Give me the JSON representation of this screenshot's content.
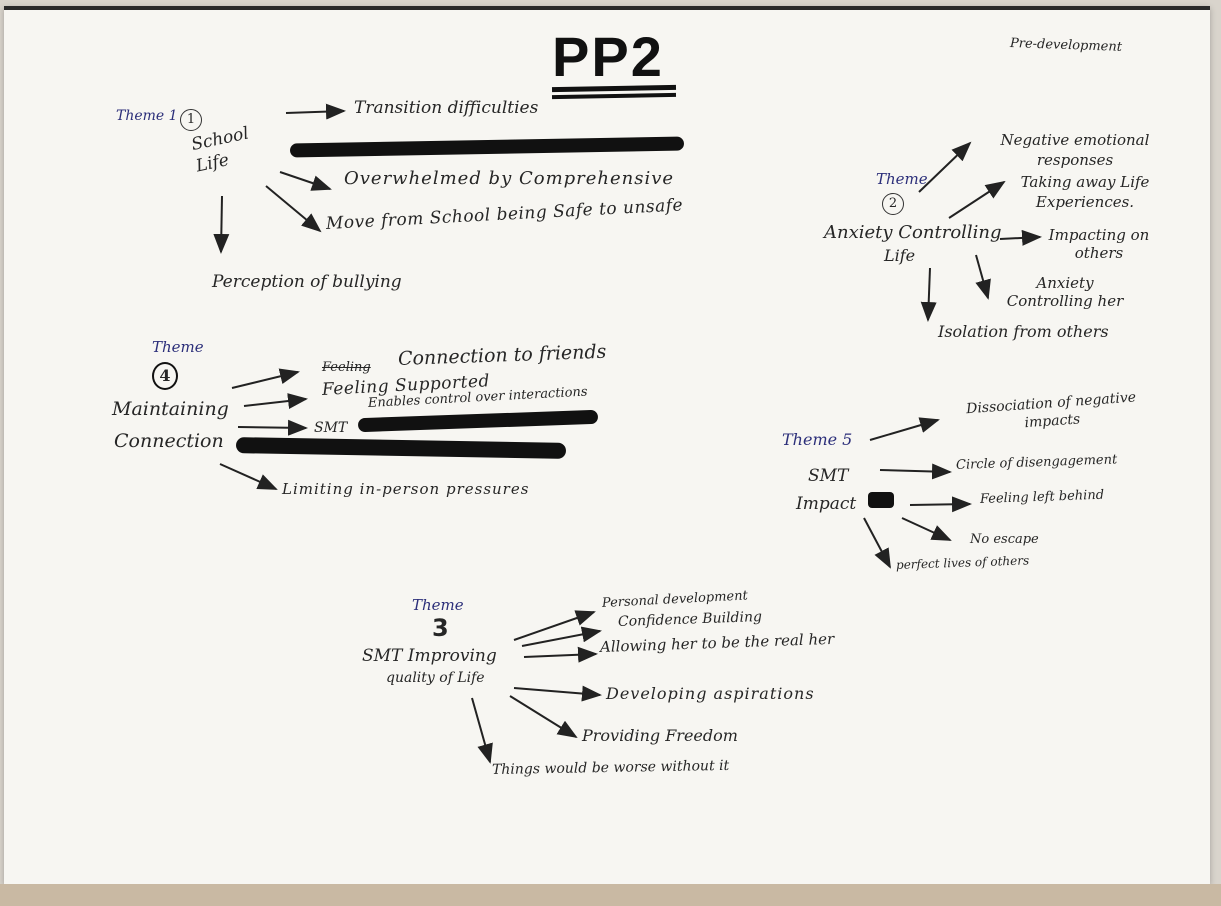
{
  "title": "PP2",
  "corner_note": "Pre-development",
  "theme1": {
    "label": "Theme 1",
    "num": "1",
    "center": "School Life",
    "items": [
      "Transition difficulties",
      "Overwhelmed by Comprehensive",
      "Move from School being Safe to unsafe",
      "Perception of bullying"
    ]
  },
  "theme2": {
    "label": "Theme",
    "num": "2",
    "center": [
      "Anxiety Controlling",
      "Life"
    ],
    "items": [
      "Negative emotional responses",
      "Taking away Life Experiences.",
      "Impacting on others",
      "Anxiety Controlling her",
      "Isolation from others"
    ]
  },
  "theme4": {
    "label": "Theme",
    "num": "4",
    "center": [
      "Maintaining",
      "Connection"
    ],
    "items": [
      "Connection to friends",
      "Feeling Supported",
      "SMT",
      "Enables control over interactions",
      "Limiting in-person pressures"
    ]
  },
  "theme5": {
    "label": "Theme 5",
    "center": [
      "SMT",
      "Impact"
    ],
    "items": [
      "Dissociation of negative impacts",
      "Circle of disengagement",
      "Feeling left behind",
      "No escape",
      "perfect lives of others"
    ]
  },
  "theme3": {
    "label": "Theme",
    "num": "3",
    "center": [
      "SMT Improving",
      "quality of Life"
    ],
    "items": [
      "Personal development",
      "Confidence Building",
      "Allowing her to be the real her",
      "Developing aspirations",
      "Providing Freedom",
      "Things would be worse without it"
    ]
  },
  "colors": {
    "ink": "#262626",
    "theme_ink": "#2c2f7a",
    "paper": "#f7f6f2"
  },
  "icons": [
    "arrow-icon"
  ]
}
